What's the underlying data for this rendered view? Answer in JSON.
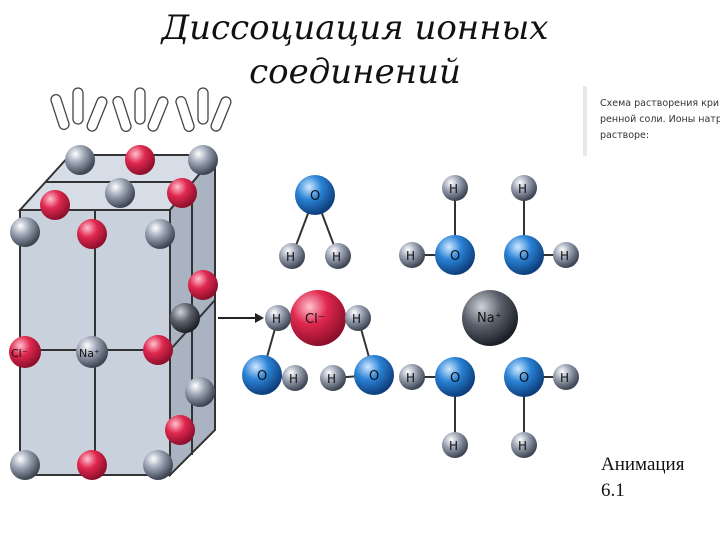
{
  "slide": {
    "title_line1": "Диссоциация ионных",
    "title_line2": "соединений",
    "caption_lines": [
      "Схема растворения кри",
      "ренной соли. Ионы натр",
      "растворе:"
    ],
    "animation_line1": "Анимация",
    "animation_line2": "6.1"
  },
  "labels": {
    "cl": "Cl⁻",
    "na": "Na⁺",
    "o": "O",
    "h": "H"
  },
  "colors": {
    "chloride": "#e0284f",
    "sodium": "#8a93a4",
    "oxygen": "#2a83d6",
    "hydrogen": "#8c95a5",
    "cube_fill": "#c9d2dc"
  }
}
